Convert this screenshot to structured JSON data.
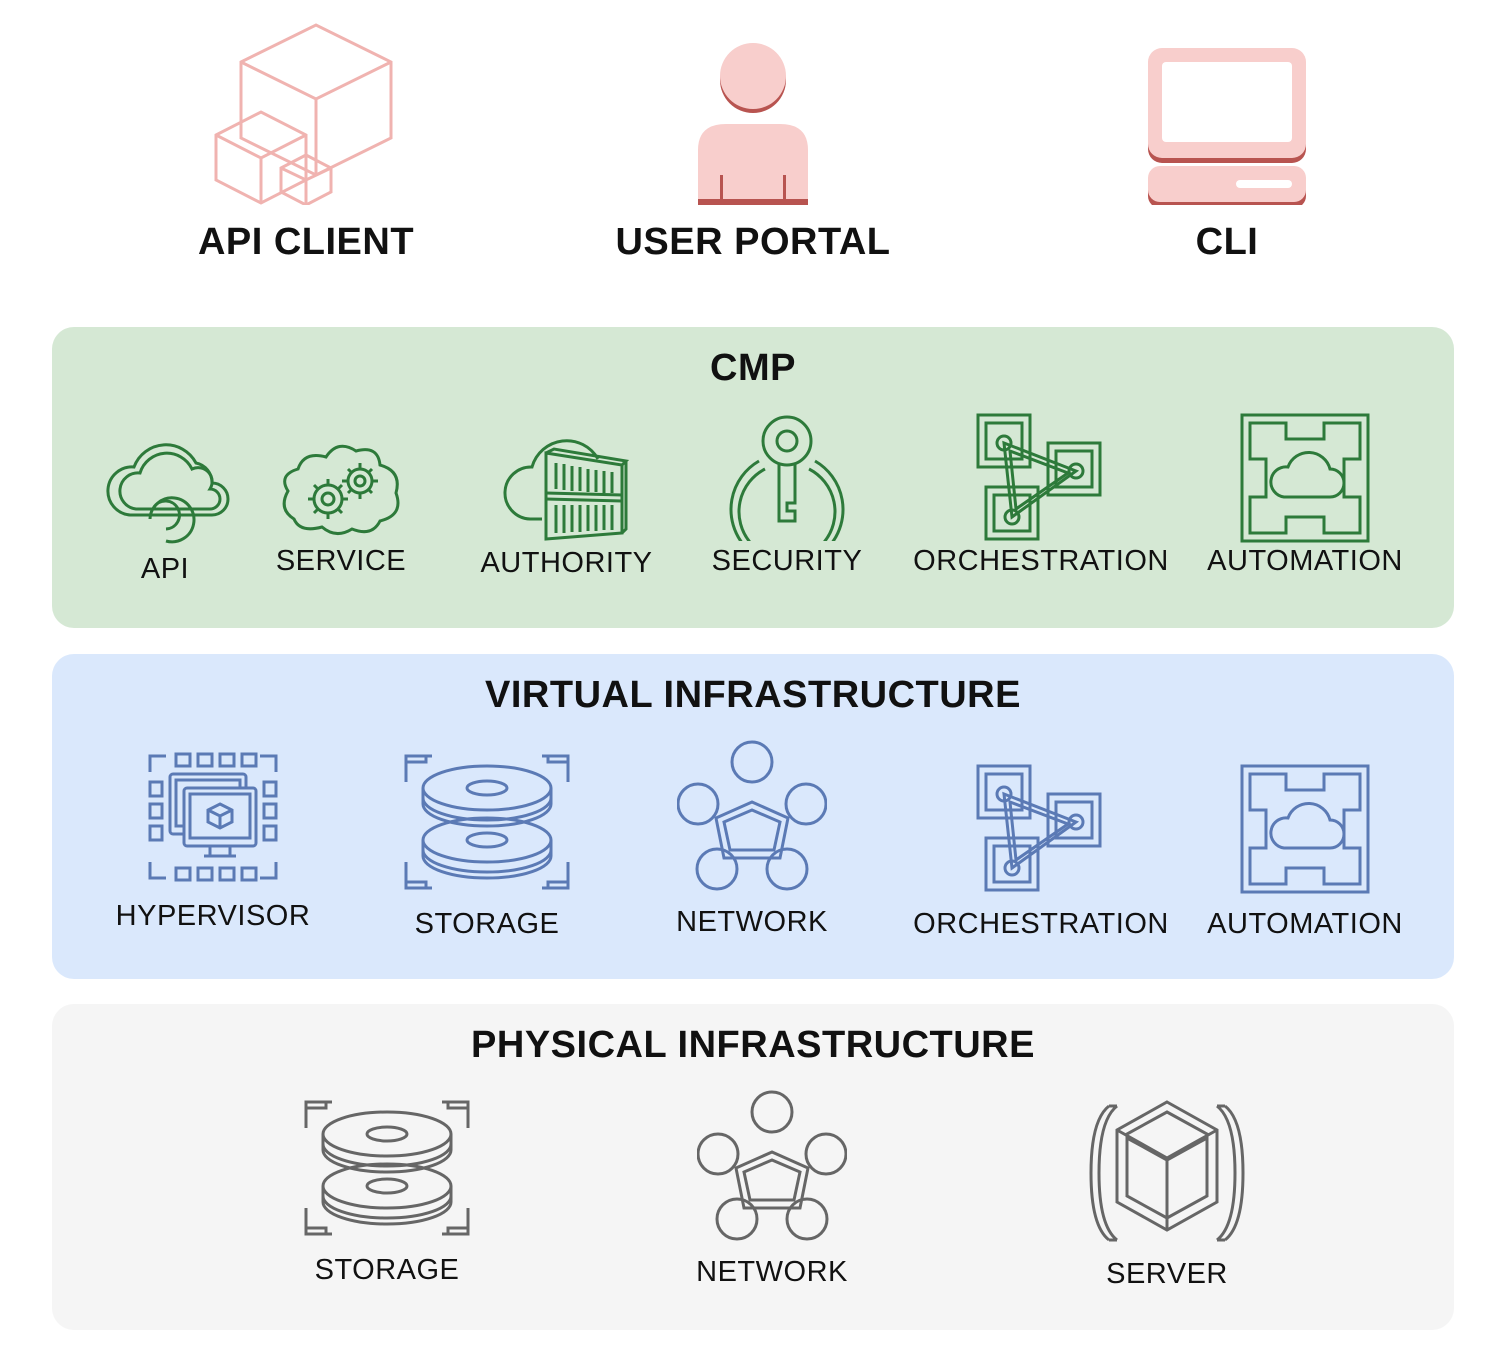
{
  "colors": {
    "pink": "#f8cecc",
    "pink_dark": "#b85450",
    "green": "#2d7a3a",
    "blue": "#5b7ab5",
    "gray": "#666666"
  },
  "clients": [
    {
      "label": "API CLIENT",
      "icon": "cubes-icon"
    },
    {
      "label": "USER PORTAL",
      "icon": "user-icon"
    },
    {
      "label": "CLI",
      "icon": "computer-icon"
    }
  ],
  "cmp": {
    "title": "CMP",
    "items": [
      {
        "label": "API",
        "icon": "cloud-api-icon"
      },
      {
        "label": "SERVICE",
        "icon": "cloud-gears-icon"
      },
      {
        "label": "AUTHORITY",
        "icon": "cloud-building-icon"
      },
      {
        "label": "SECURITY",
        "icon": "key-lock-icon"
      },
      {
        "label": "ORCHESTRATION",
        "icon": "orchestration-icon"
      },
      {
        "label": "AUTOMATION",
        "icon": "automation-cloud-icon"
      }
    ]
  },
  "virtual": {
    "title": "VIRTUAL INFRASTRUCTURE",
    "items": [
      {
        "label": "HYPERVISOR",
        "icon": "hypervisor-icon"
      },
      {
        "label": "STORAGE",
        "icon": "storage-disks-icon"
      },
      {
        "label": "NETWORK",
        "icon": "network-ring-icon"
      },
      {
        "label": "ORCHESTRATION",
        "icon": "orchestration-icon"
      },
      {
        "label": "AUTOMATION",
        "icon": "automation-cloud-icon"
      }
    ]
  },
  "physical": {
    "title": "PHYSICAL INFRASTRUCTURE",
    "items": [
      {
        "label": "STORAGE",
        "icon": "storage-disks-icon"
      },
      {
        "label": "NETWORK",
        "icon": "network-ring-icon"
      },
      {
        "label": "SERVER",
        "icon": "server-cube-icon"
      }
    ]
  }
}
